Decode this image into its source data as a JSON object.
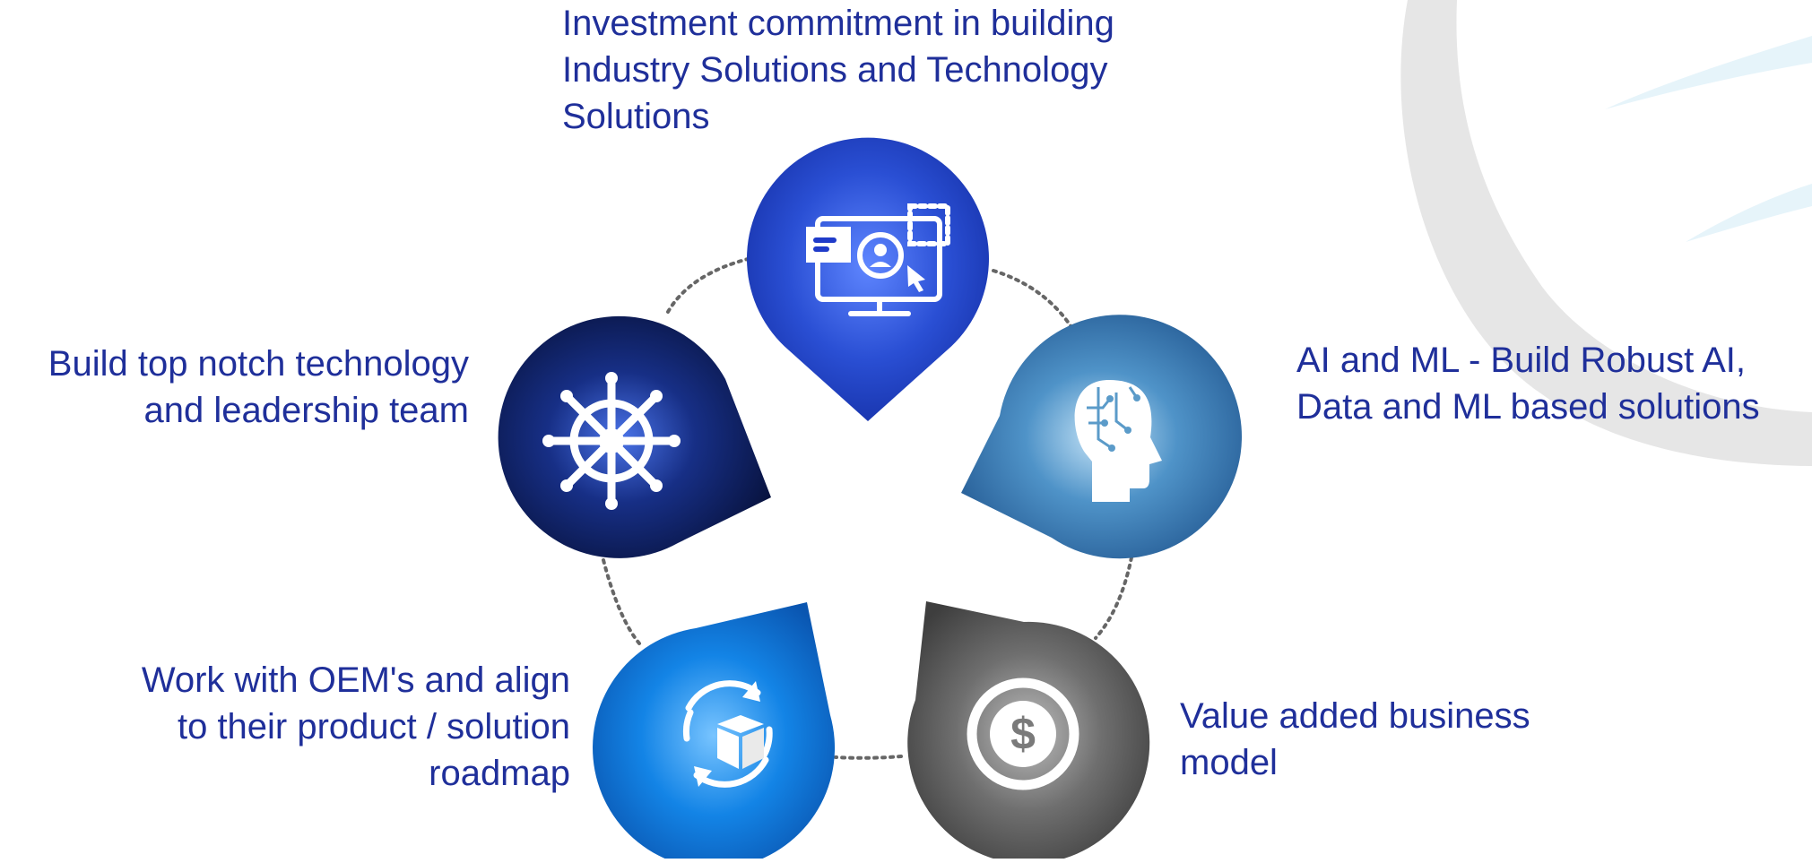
{
  "nodes": [
    {
      "id": "top",
      "label": "Investment commitment in building\nIndustry Solutions and Technology\nSolutions",
      "icon": "monitor-user-icon",
      "color": "#1f3bc9"
    },
    {
      "id": "right",
      "label": "AI and ML - Build Robust AI,\nData and ML based solutions",
      "icon": "brain-circuit-head-icon",
      "color": "#2f6fa6"
    },
    {
      "id": "bottom-right",
      "label": "Value added business\nmodel",
      "icon": "dollar-coin-icon",
      "color": "#5a5a5a"
    },
    {
      "id": "bottom-left",
      "label": "Work with OEM's and align\nto their product / solution\nroadmap",
      "icon": "box-cycle-icon",
      "color": "#0a74d6"
    },
    {
      "id": "left",
      "label": "Build top notch technology\nand leadership team",
      "icon": "ship-wheel-icon",
      "color": "#0d1f5c"
    }
  ],
  "colors": {
    "text": "#1f2f9a",
    "swoosh_grey": "#e6e6e6",
    "swoosh_cyan": "#e6f4fa"
  }
}
